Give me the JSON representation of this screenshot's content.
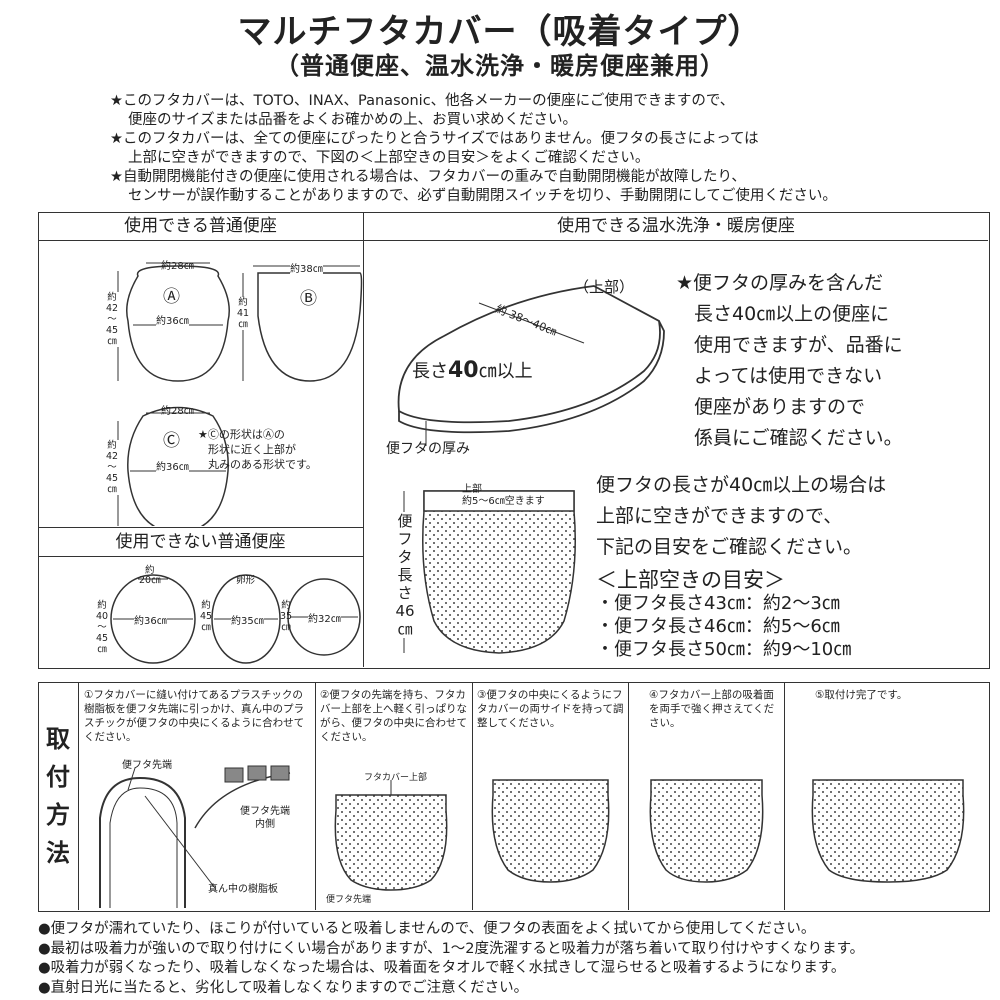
{
  "title": "マルチフタカバー（吸着タイプ）",
  "subtitle": "（普通便座、温水洗浄・暖房便座兼用）",
  "notes": [
    "★このフタカバーは、TOTO、INAX、Panasonic、他各メーカーの便座にご使用できますので、",
    "便座のサイズまたは品番をよくお確かめの上、お買い求めください。",
    "★このフタカバーは、全ての便座にぴったりと合うサイズではありません。便フタの長さによっては",
    "上部に空きができますので、下図の＜上部空きの目安＞をよくご確認ください。",
    "★自動開閉機能付きの便座に使用される場合は、フタカバーの重みで自動開閉機能が故障したり、",
    "センサーが誤作動することがありますので、必ず自動開閉スイッチを切り、手動開閉にしてご使用ください。"
  ],
  "usable_normal": {
    "header": "使用できる普通便座",
    "a": {
      "mark": "Ⓐ",
      "top": "約28㎝",
      "width": "約36㎝",
      "height": [
        "約",
        "42",
        "～",
        "45",
        "㎝"
      ]
    },
    "b": {
      "mark": "Ⓑ",
      "top": "約38㎝",
      "height": [
        "約",
        "41",
        "㎝"
      ]
    },
    "c": {
      "mark": "Ⓒ",
      "top": "約28㎝",
      "width": "約36㎝",
      "height": [
        "約",
        "42",
        "～",
        "45",
        "㎝"
      ]
    },
    "c_note": [
      "★Ⓒの形状はⒶの",
      "形状に近く上部が",
      "丸みのある形状です。"
    ]
  },
  "unusable_normal": {
    "header": "使用できない普通便座",
    "s1": {
      "top": [
        "約",
        "20㎝"
      ],
      "width": "約36㎝",
      "height": [
        "約",
        "40",
        "～",
        "45",
        "㎝"
      ]
    },
    "s2": {
      "top": "卵形",
      "width": "約35㎝",
      "height": [
        "約",
        "45",
        "㎝"
      ]
    },
    "s3": {
      "width": "約32㎝",
      "height": [
        "約",
        "35",
        "㎝"
      ]
    }
  },
  "warm_seat": {
    "header": "使用できる温水洗浄・暖房便座",
    "top_label": "（上部）",
    "diag": "約 38～40㎝",
    "length_label_pre": "長さ",
    "length_label_num": "40",
    "length_label_post": "㎝以上",
    "thickness_label": "便フタの厚み",
    "note": [
      "★便フタの厚みを含んだ",
      "長さ40㎝以上の便座に",
      "使用できますが、品番に",
      "よっては使用できない",
      "便座がありますので",
      "係員にご確認ください。"
    ],
    "cover_top1": "上部",
    "cover_top2": "約5～6㎝空きます",
    "cover_len": [
      "便",
      "フ",
      "タ",
      "長",
      "さ",
      "46",
      "㎝"
    ],
    "gap_text": [
      "便フタの長さが40㎝以上の場合は",
      "上部に空きができますので、",
      "下記の目安をご確認ください。"
    ],
    "guide_title": "＜上部空きの目安＞",
    "guide": [
      "・便フタ長さ43㎝：約2～3㎝",
      "・便フタ長さ46㎝：約5～6㎝",
      "・便フタ長さ50㎝：約9～10㎝"
    ]
  },
  "install": {
    "vertical_title": [
      "取",
      "付",
      "方",
      "法"
    ],
    "steps": [
      "①フタカバーに縫い付けてあるプラスチックの樹脂板を便フタ先端に引っかけ、真ん中のプラスチックが便フタの中央にくるように合わせてください。",
      "②便フタの先端を持ち、フタカバー上部を上へ軽く引っぱりながら、便フタの中央に合わせてください。",
      "③便フタの中央にくるようにフタカバーの両サイドを持って調整してください。",
      "④フタカバー上部の吸着面を両手で強く押さえてください。",
      "⑤取付け完了です。"
    ],
    "fig1_label1": "便フタ先端",
    "fig1_label2": "便フタ先端",
    "fig1_label3": "内側",
    "fig1_label4": "真ん中の樹脂板",
    "fig2_label1": "フタカバー上部",
    "fig2_label2": "便フタ先端"
  },
  "bullets": [
    "●便フタが濡れていたり、ほこりが付いていると吸着しませんので、便フタの表面をよく拭いてから使用してください。",
    "●最初は吸着力が強いので取り付けにくい場合がありますが、1～2度洗濯すると吸着力が落ち着いて取り付けやすくなります。",
    "●吸着力が弱くなったり、吸着しなくなった場合は、吸着面をタオルで軽く水拭きして湿らせると吸着するようになります。",
    "●直射日光に当たると、劣化して吸着しなくなりますのでご注意ください。"
  ]
}
